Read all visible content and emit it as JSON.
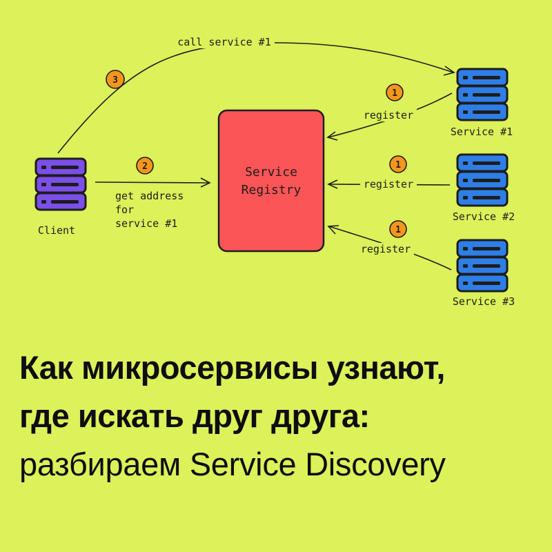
{
  "colors": {
    "background": "#dcf15a",
    "registry_fill": "#fc5557",
    "client_fill": "#7b4fe8",
    "service_fill": "#2e7ee6",
    "step_badge_fill": "#f5961c",
    "stroke": "#1d1d1d"
  },
  "diagram": {
    "registry": {
      "line1": "Service",
      "line2": "Registry"
    },
    "client": {
      "label": "Client",
      "icon": "server-stack-icon"
    },
    "services": [
      {
        "label": "Service #1",
        "icon": "server-stack-icon"
      },
      {
        "label": "Service #2",
        "icon": "server-stack-icon"
      },
      {
        "label": "Service #3",
        "icon": "server-stack-icon"
      }
    ],
    "arrows": {
      "call": {
        "step": "3",
        "label": "call service #1"
      },
      "get_address": {
        "step": "2",
        "line1": "get address",
        "line2": "for",
        "line3": "service #1"
      },
      "register": [
        {
          "step": "1",
          "label": "register"
        },
        {
          "step": "1",
          "label": "register"
        },
        {
          "step": "1",
          "label": "register"
        }
      ]
    }
  },
  "headline": {
    "line1": "Как микросервисы узнают,",
    "line2": "где искать друг друга:",
    "line3": "разбираем Service Discovery"
  }
}
